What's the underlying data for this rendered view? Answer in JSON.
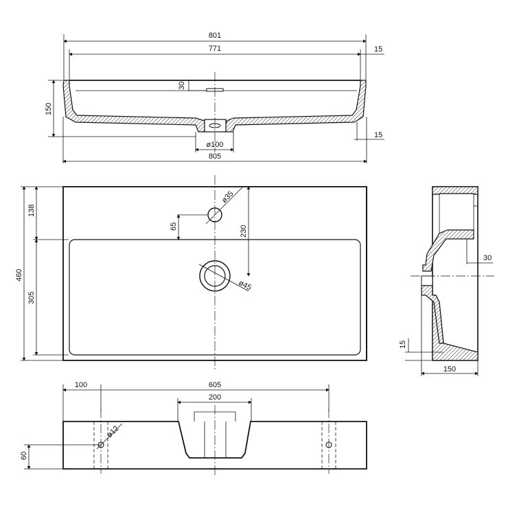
{
  "views": {
    "top_section": {
      "overall_width": "801",
      "inner_width": "771",
      "rim_right": "15",
      "overflow_depth": "30",
      "height": "150",
      "bottom_right": "15",
      "drain_diameter": "ø100",
      "base_width": "805"
    },
    "plan": {
      "top_offset": "138",
      "total_depth": "460",
      "basin_depth": "305",
      "tap_offset": "65",
      "drain_offset": "230",
      "tap_hole": "ø35",
      "drain_hole": "ø45"
    },
    "side_section": {
      "overflow_offset": "30",
      "bottom_thickness": "15",
      "depth": "150"
    },
    "front": {
      "hole_edge_offset": "100",
      "hole_spacing": "605",
      "siphon_width": "200",
      "hole_diameter": "ø12",
      "hole_height": "60"
    }
  }
}
